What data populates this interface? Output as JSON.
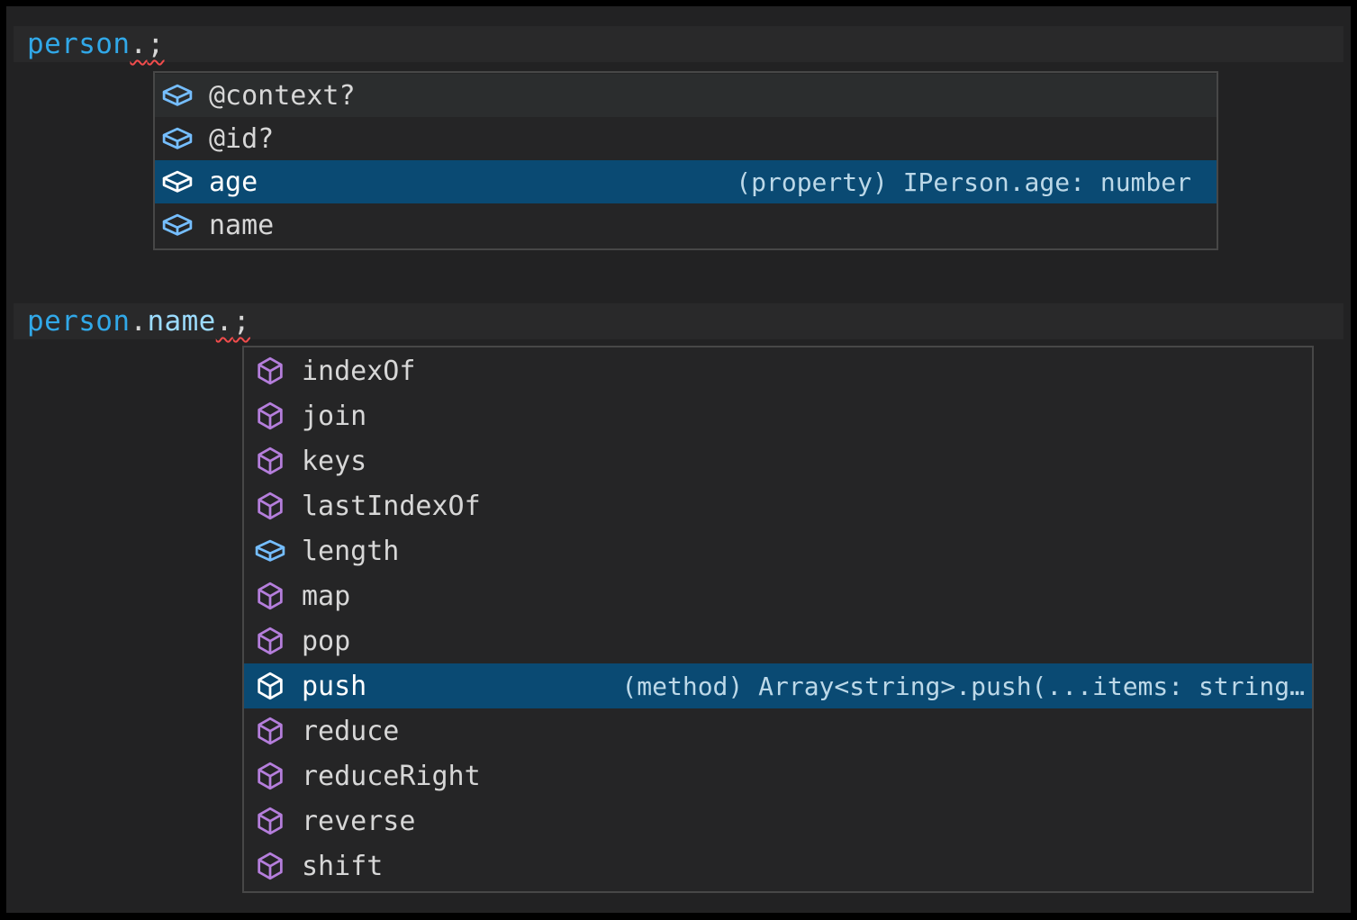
{
  "editor": {
    "line1": {
      "object": "person",
      "dot": ".",
      "semicolon": ";"
    },
    "line2": {
      "object": "person",
      "dot1": ".",
      "property": "name",
      "dot2": ".",
      "semicolon": ";"
    }
  },
  "suggest1": {
    "items": [
      {
        "label": "@context?",
        "kind": "field",
        "selected": false
      },
      {
        "label": "@id?",
        "kind": "field",
        "selected": false
      },
      {
        "label": "age",
        "kind": "field",
        "selected": true,
        "detail": "(property) IPerson.age: number"
      },
      {
        "label": "name",
        "kind": "field",
        "selected": false
      }
    ]
  },
  "suggest2": {
    "items": [
      {
        "label": "indexOf",
        "kind": "method",
        "selected": false
      },
      {
        "label": "join",
        "kind": "method",
        "selected": false
      },
      {
        "label": "keys",
        "kind": "method",
        "selected": false
      },
      {
        "label": "lastIndexOf",
        "kind": "method",
        "selected": false
      },
      {
        "label": "length",
        "kind": "field",
        "selected": false
      },
      {
        "label": "map",
        "kind": "method",
        "selected": false
      },
      {
        "label": "pop",
        "kind": "method",
        "selected": false
      },
      {
        "label": "push",
        "kind": "method",
        "selected": true,
        "detail": "(method) Array<string>.push(...items: string…"
      },
      {
        "label": "reduce",
        "kind": "method",
        "selected": false
      },
      {
        "label": "reduceRight",
        "kind": "method",
        "selected": false
      },
      {
        "label": "reverse",
        "kind": "method",
        "selected": false
      },
      {
        "label": "shift",
        "kind": "method",
        "selected": false
      }
    ]
  },
  "colors": {
    "selection_background": "#0a4a73",
    "field_icon": "#75beff",
    "method_icon": "#b57edc",
    "squiggle": "#f14c4c",
    "variable_text": "#31a8e8",
    "property_text": "#9cdcfe",
    "label_text": "#d7d7d7",
    "widget_background": "#252526",
    "editor_background": "#222223"
  }
}
